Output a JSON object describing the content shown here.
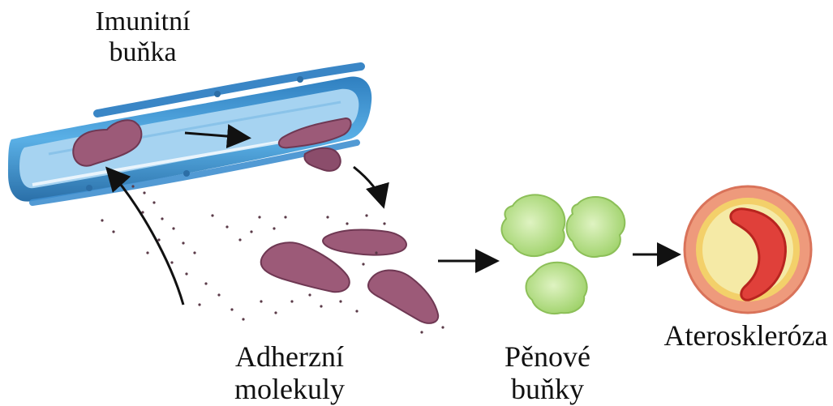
{
  "labels": {
    "immune_cell": [
      "Imunitní",
      "buňka"
    ],
    "adhesion_molecules": [
      "Adherzní",
      "molekuly"
    ],
    "foam_cells": [
      "Pěnové",
      "buňky"
    ],
    "atherosclerosis": "Ateroskleróza"
  },
  "colors": {
    "vessel_outer": "#4f9fd8",
    "vessel_inner": "#9fcdee",
    "immune_cell": "#9c5a78",
    "foam_cell": "#b9df8a",
    "plaque_outer": "#e98a6e",
    "plaque_ring": "#f3e9a4",
    "lumen": "#e0403a",
    "arrow": "#111111"
  },
  "icons": [
    "blood-vessel-illustration",
    "immune-cell-icon",
    "foam-cell-icon",
    "artery-cross-section-icon",
    "arrow-icon"
  ]
}
